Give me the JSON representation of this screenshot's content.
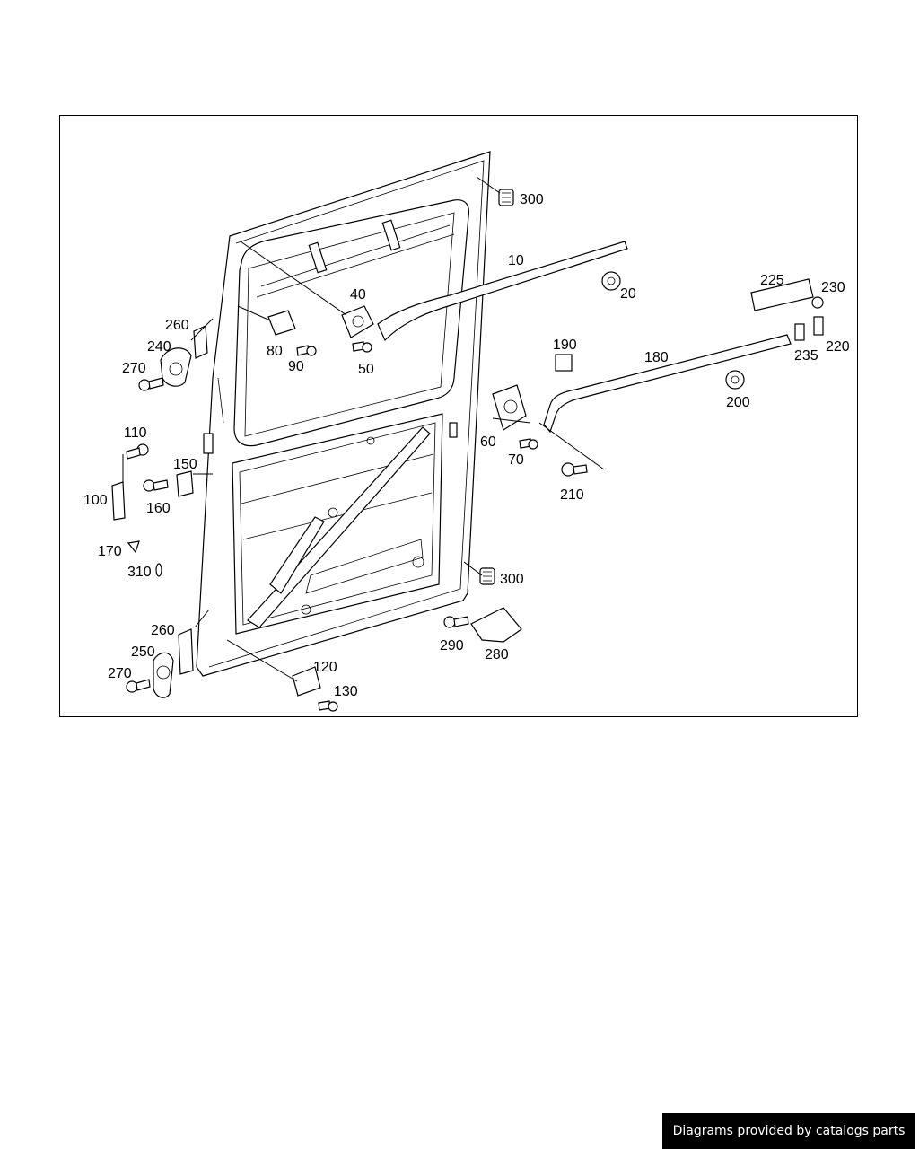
{
  "diagram": {
    "callouts": [
      {
        "id": "c300a",
        "label": "300"
      },
      {
        "id": "c10",
        "label": "10"
      },
      {
        "id": "c20",
        "label": "20"
      },
      {
        "id": "c225",
        "label": "225"
      },
      {
        "id": "c230",
        "label": "230"
      },
      {
        "id": "c40",
        "label": "40"
      },
      {
        "id": "c260a",
        "label": "260"
      },
      {
        "id": "c240",
        "label": "240"
      },
      {
        "id": "c80",
        "label": "80"
      },
      {
        "id": "c90",
        "label": "90"
      },
      {
        "id": "c50",
        "label": "50"
      },
      {
        "id": "c270a",
        "label": "270"
      },
      {
        "id": "c190",
        "label": "190"
      },
      {
        "id": "c180",
        "label": "180"
      },
      {
        "id": "c235",
        "label": "235"
      },
      {
        "id": "c220",
        "label": "220"
      },
      {
        "id": "c200",
        "label": "200"
      },
      {
        "id": "c110",
        "label": "110"
      },
      {
        "id": "c60",
        "label": "60"
      },
      {
        "id": "c70",
        "label": "70"
      },
      {
        "id": "c150",
        "label": "150"
      },
      {
        "id": "c210",
        "label": "210"
      },
      {
        "id": "c100",
        "label": "100"
      },
      {
        "id": "c160",
        "label": "160"
      },
      {
        "id": "c170",
        "label": "170"
      },
      {
        "id": "c310",
        "label": "310"
      },
      {
        "id": "c300b",
        "label": "300"
      },
      {
        "id": "c260b",
        "label": "260"
      },
      {
        "id": "c290",
        "label": "290"
      },
      {
        "id": "c250",
        "label": "250"
      },
      {
        "id": "c280",
        "label": "280"
      },
      {
        "id": "c120",
        "label": "120"
      },
      {
        "id": "c270b",
        "label": "270"
      },
      {
        "id": "c130",
        "label": "130"
      }
    ]
  },
  "footer": {
    "credit": "Diagrams provided by catalogs parts"
  }
}
